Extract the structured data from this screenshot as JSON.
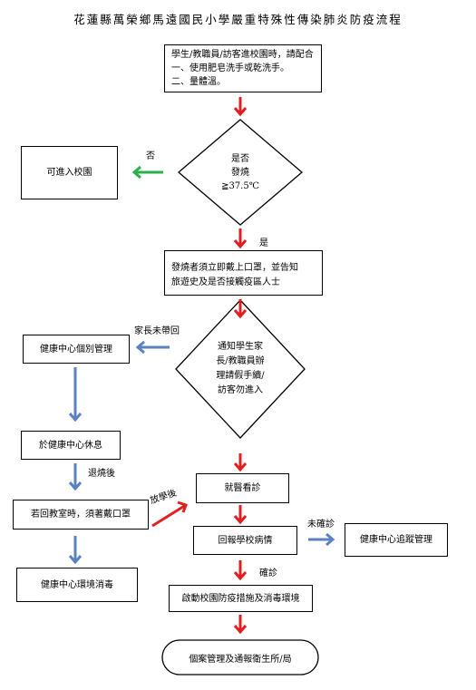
{
  "title": "花蓮縣萬榮鄉馬遠國民小學嚴重特殊性傳染肺炎防疫流程",
  "colors": {
    "red_arrow": "#e02020",
    "green_arrow": "#2bb04a",
    "blue_arrow": "#5b82c0"
  },
  "nodes": {
    "entry": {
      "lines": [
        "學生/教職員/訪客進校園時，請配合",
        "一、使用肥皂洗手或乾洗手。",
        "二、量體溫。"
      ]
    },
    "fever_check": {
      "lines": [
        "是否",
        "發燒",
        "≧37.5℃"
      ]
    },
    "allow_entry": {
      "label": "可進入校園"
    },
    "mask_report": {
      "lines": [
        "發燒者須立即戴上口罩，並告知",
        "旅遊史及是否接觸疫區人士"
      ]
    },
    "notify": {
      "lines": [
        "通知學生家",
        "長/教職員辦",
        "理請假手續/",
        "訪客勿進入"
      ]
    },
    "health_manage": {
      "label": "健康中心個別管理"
    },
    "rest": {
      "label": "於健康中心休息"
    },
    "mask_class": {
      "label": "若回教室時，須著戴口罩"
    },
    "disinfect": {
      "label": "健康中心環境消毒"
    },
    "doctor": {
      "label": "就醫看診"
    },
    "report": {
      "label": "回報學校病情"
    },
    "track": {
      "label": "健康中心追蹤管理"
    },
    "activate": {
      "label": "啟動校園防疫措施及消毒環境"
    },
    "final": {
      "label": "個案管理及通報衛生所/局"
    }
  },
  "edge_labels": {
    "no": "否",
    "yes": "是",
    "parent_not_taken": "家長未帶回",
    "fever_down": "退燒後",
    "after_school": "放學後",
    "not_confirmed": "未確診",
    "confirmed": "確診"
  }
}
